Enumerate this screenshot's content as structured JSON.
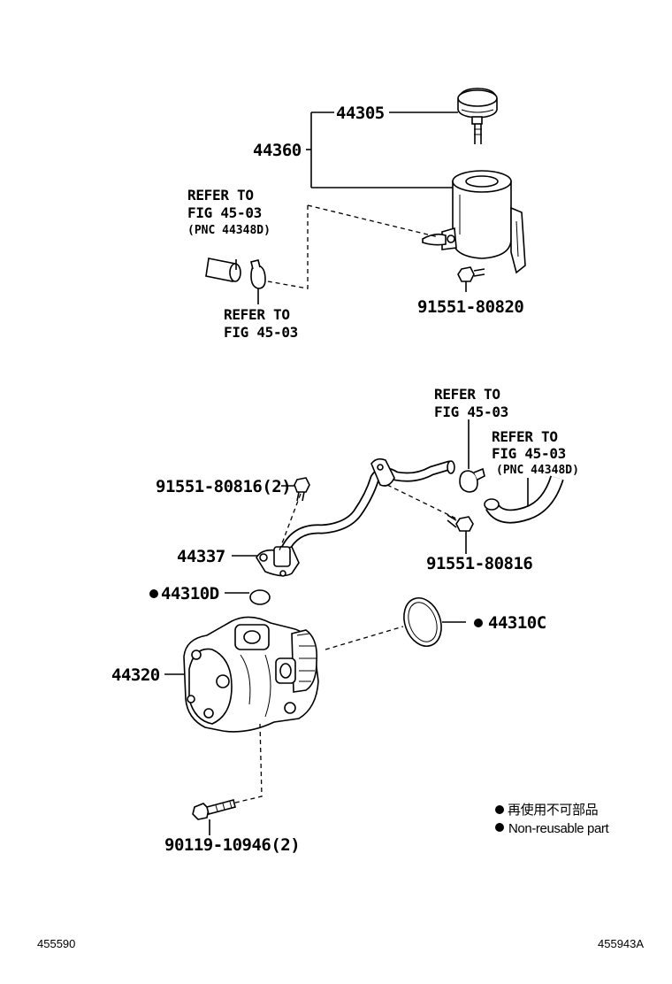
{
  "parts": {
    "p44305": "44305",
    "p44360": "44360",
    "p9155180820": "91551-80820",
    "p9155180816_2": "91551-80816(2)",
    "p44337": "44337",
    "p44310D": "44310D",
    "p44320": "44320",
    "p9155180816": "91551-80816",
    "p44310C": "44310C",
    "p9011910946_2": "90119-10946(2)"
  },
  "refs": {
    "top_left": {
      "line1": "REFER TO",
      "line2": "FIG 45-03",
      "pnc": "(PNC 44348D)"
    },
    "top_clamp": {
      "line1": "REFER TO",
      "line2": "FIG 45-03"
    },
    "mid_clamp": {
      "line1": "REFER TO",
      "line2": "FIG 45-03"
    },
    "mid_hose": {
      "line1": "REFER TO",
      "line2": "FIG 45-03",
      "pnc": "(PNC 44348D)"
    }
  },
  "legend": {
    "japanese": "再使用不可部品",
    "english": "Non-reusable part"
  },
  "footer": {
    "left_code": "455590",
    "right_code": "455943A"
  }
}
